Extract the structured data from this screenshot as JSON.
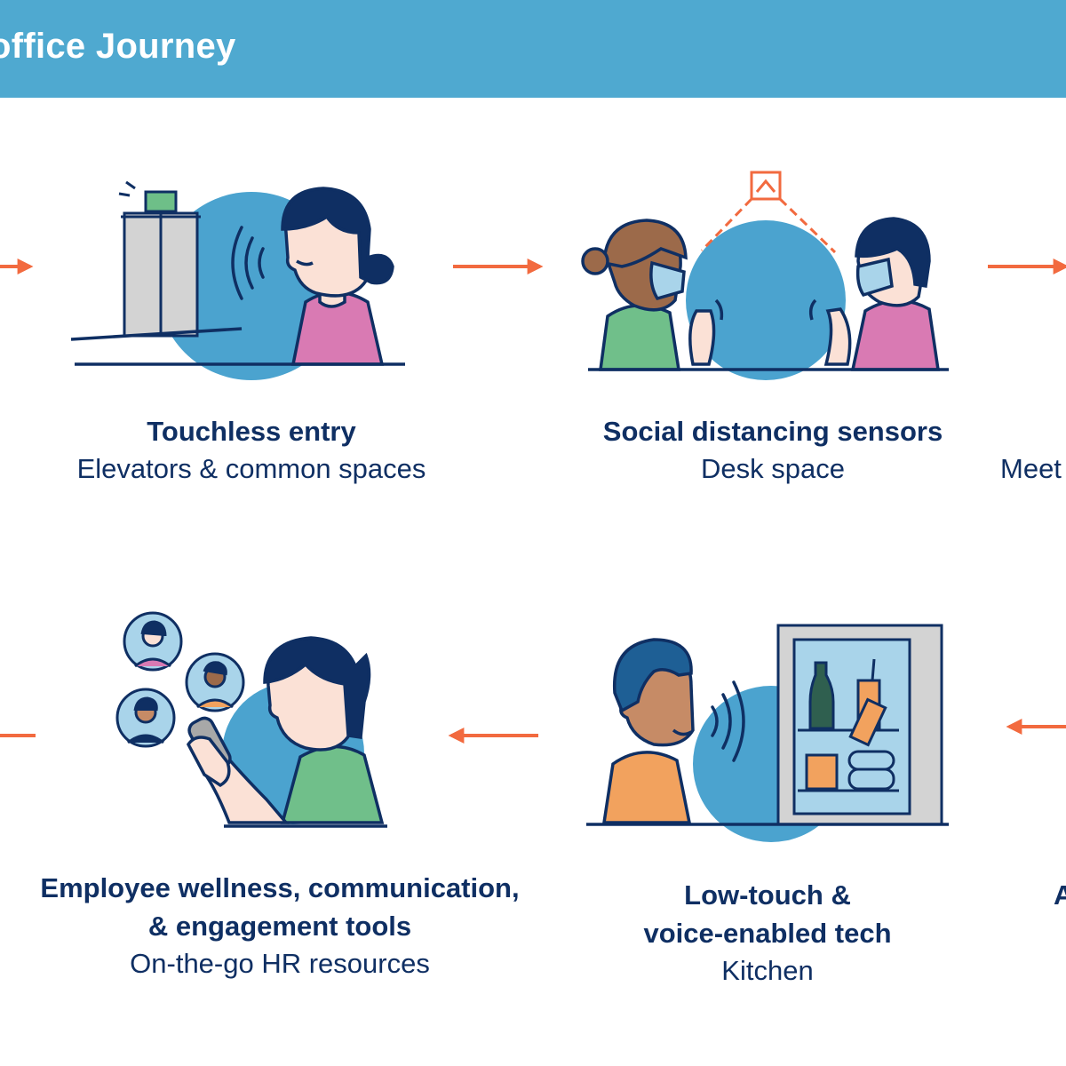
{
  "header": {
    "title": "office Journey"
  },
  "colors": {
    "header_bg": "#4fa9d0",
    "circle": "#4ba3cf",
    "navy": "#0f2f63",
    "arrow": "#f26a3f",
    "green": "#70bf8a",
    "pink": "#d97ab3",
    "orange": "#f2a25e",
    "skin_light": "#fbe1d6",
    "skin_mid": "#9c6a4a",
    "skin_tan": "#c68b66",
    "gray": "#d3d3d3"
  },
  "steps": [
    {
      "title_lines": [
        "Touchless entry"
      ],
      "subtitle": "Elevators & common spaces"
    },
    {
      "title_lines": [
        "Social distancing sensors"
      ],
      "subtitle": "Desk space"
    },
    {
      "title_lines": [
        ""
      ],
      "subtitle": "Meet"
    },
    {
      "title_lines": [
        "Employee wellness, communication,",
        "& engagement tools"
      ],
      "subtitle": "On-the-go HR resources"
    },
    {
      "title_lines": [
        "Low-touch &",
        "voice-enabled tech"
      ],
      "subtitle": "Kitchen"
    },
    {
      "title_lines": [
        "A"
      ],
      "subtitle": ""
    }
  ],
  "icons": {
    "elevator": "elevator-icon",
    "sound_waves": "sound-waves-icon",
    "sensor": "sensor-icon",
    "avatar": "avatar-icon",
    "phone": "phone-icon",
    "fridge": "fridge-icon",
    "arrow_right": "arrow-right-icon",
    "arrow_left": "arrow-left-icon"
  }
}
